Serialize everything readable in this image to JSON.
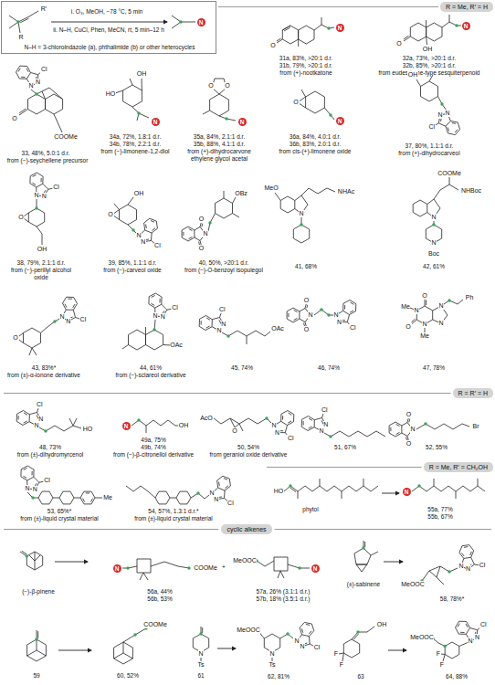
{
  "diagram": {
    "nodes": [
      {
        "text": [
          "i. O₃, MeOH, −78 °C, 5 min",
          "ii. N–H, CuCl, Phen, MeCN, rt, 5 min–12 h",
          "N–H = 3-chloroindazole (a), phthalimide (b) or other heterocycles"
        ]
      },
      {
        "text": [
          "R = Me, R′ = H"
        ]
      },
      {
        "text": [
          "R = R′ = H"
        ]
      },
      {
        "text": [
          "R = Me, R′ = CH₂OH"
        ]
      },
      {
        "text": [
          "cyclic alkenes"
        ]
      }
    ],
    "labels": [
      "R",
      "R′",
      "N",
      "O",
      "N",
      "31a, 83%, >20:1 d.r.",
      "31b, 79%, >20:1 d.r.",
      "from (+)-nootkatone",
      "O",
      "OH",
      "N",
      "32a, 73%, >20:1 d.r.",
      "32b, 85%, >20:1 d.r.",
      "from eudesmane-type sesquiterpenoid",
      "Cl",
      "N",
      "N",
      "O",
      "COOMe",
      "33, 48%, 5.0:1 d.r.",
      "from (−)-seychellene precursor",
      "OH",
      "HO",
      "N",
      "34a, 72%, 1.8:1 d.r.",
      "34b, 78%, 2.2:1 d.r.",
      "from (−)-limonene-1,2-diol",
      "O",
      "O",
      "N",
      "35a, 84%, 2.1:1 d.r.",
      "35b, 88%, 4.1:1 d.r.",
      "from (+)-dihydrocarvone ethylene glycol acetal",
      "O",
      "N",
      "36a, 84%, 4.0:1 d.r.",
      "36b, 83%, 2.0:1 d.r.",
      "from cis-(+)-limonene oxide",
      "OH",
      "Cl",
      "N",
      "N",
      "37, 80%, 1.1:1 d.r.",
      "from (+)-dihydrocarveol",
      "Cl",
      "N",
      "N",
      "O",
      "OH",
      "38, 79%, 2.1:1 d.r.",
      "from (−)-perillyl alcohol oxide",
      "O",
      "OH",
      "Cl",
      "N",
      "N",
      "39, 85%, 1.1:1 d.r.",
      "from (−)-carveol oxide",
      "OBz",
      "O",
      "O",
      "N",
      "40, 50%, >20:1 d.r.",
      "from (−)-O-benzoyl isopulegol",
      "MeO",
      "N",
      "NHAc",
      "41, 68%",
      "COOMe",
      "NHBoc",
      "N",
      "N",
      "Boc",
      "42, 61%",
      "O",
      "Cl",
      "N",
      "N",
      "43, 83%*",
      "from (±)-α-ionone derivative",
      "Cl",
      "N",
      "N",
      "OAc",
      "44, 61%",
      "from (−)-sclareol derivative",
      "Cl",
      "N",
      "N",
      "OAc",
      "45, 74%",
      "O",
      "O",
      "N",
      "Cl",
      "N",
      "N",
      "46, 74%",
      "O",
      "N",
      "Me",
      "N",
      "O",
      "N",
      "Me",
      "N",
      "Ph",
      "47, 78%",
      "Cl",
      "N",
      "N",
      "HO",
      "48, 73%",
      "from (±)-dihydromyrcenol",
      "N",
      "OH",
      "49a, 75%",
      "49b, 74%",
      "from (−)-β-citronellol derivative",
      "AcO",
      "O",
      "Cl",
      "N",
      "N",
      "50, 54%",
      "from geraniol oxide derivative",
      "Cl",
      "N",
      "N",
      "51, 67%",
      "O",
      "O",
      "N",
      "Br",
      "52, 55%",
      "Cl",
      "N",
      "N",
      "Me",
      "53, 65%*",
      "from (±)-liquid crystal material",
      "Cl",
      "N",
      "N",
      "54, 57%, 1.3:1 d.r.*",
      "from (±)-liquid crystal material",
      "HO",
      "phytol",
      "N",
      "55a, 77%",
      "55b, 67%",
      "(−)-β-pinene",
      "N",
      "COOMe",
      "56a, 44%",
      "56b, 53%",
      "MeOOC",
      "N",
      "57a, 26% (3.1:1 d.r.)",
      "57b, 18% (3.5:1 d.r.)",
      "+",
      "(±)-sabinene",
      "MeOOC",
      "Cl",
      "N",
      "N",
      "58, 78%*",
      "59",
      "COOMe",
      "60, 52%",
      "N",
      "Ts",
      "61",
      "MeOOC",
      "N",
      "Ts",
      "Cl",
      "N",
      "N",
      "62, 81%",
      "OH",
      "F",
      "F",
      "63",
      "MeOOC",
      "F",
      "F",
      "Cl",
      "N",
      "N",
      "64, 88%"
    ]
  }
}
